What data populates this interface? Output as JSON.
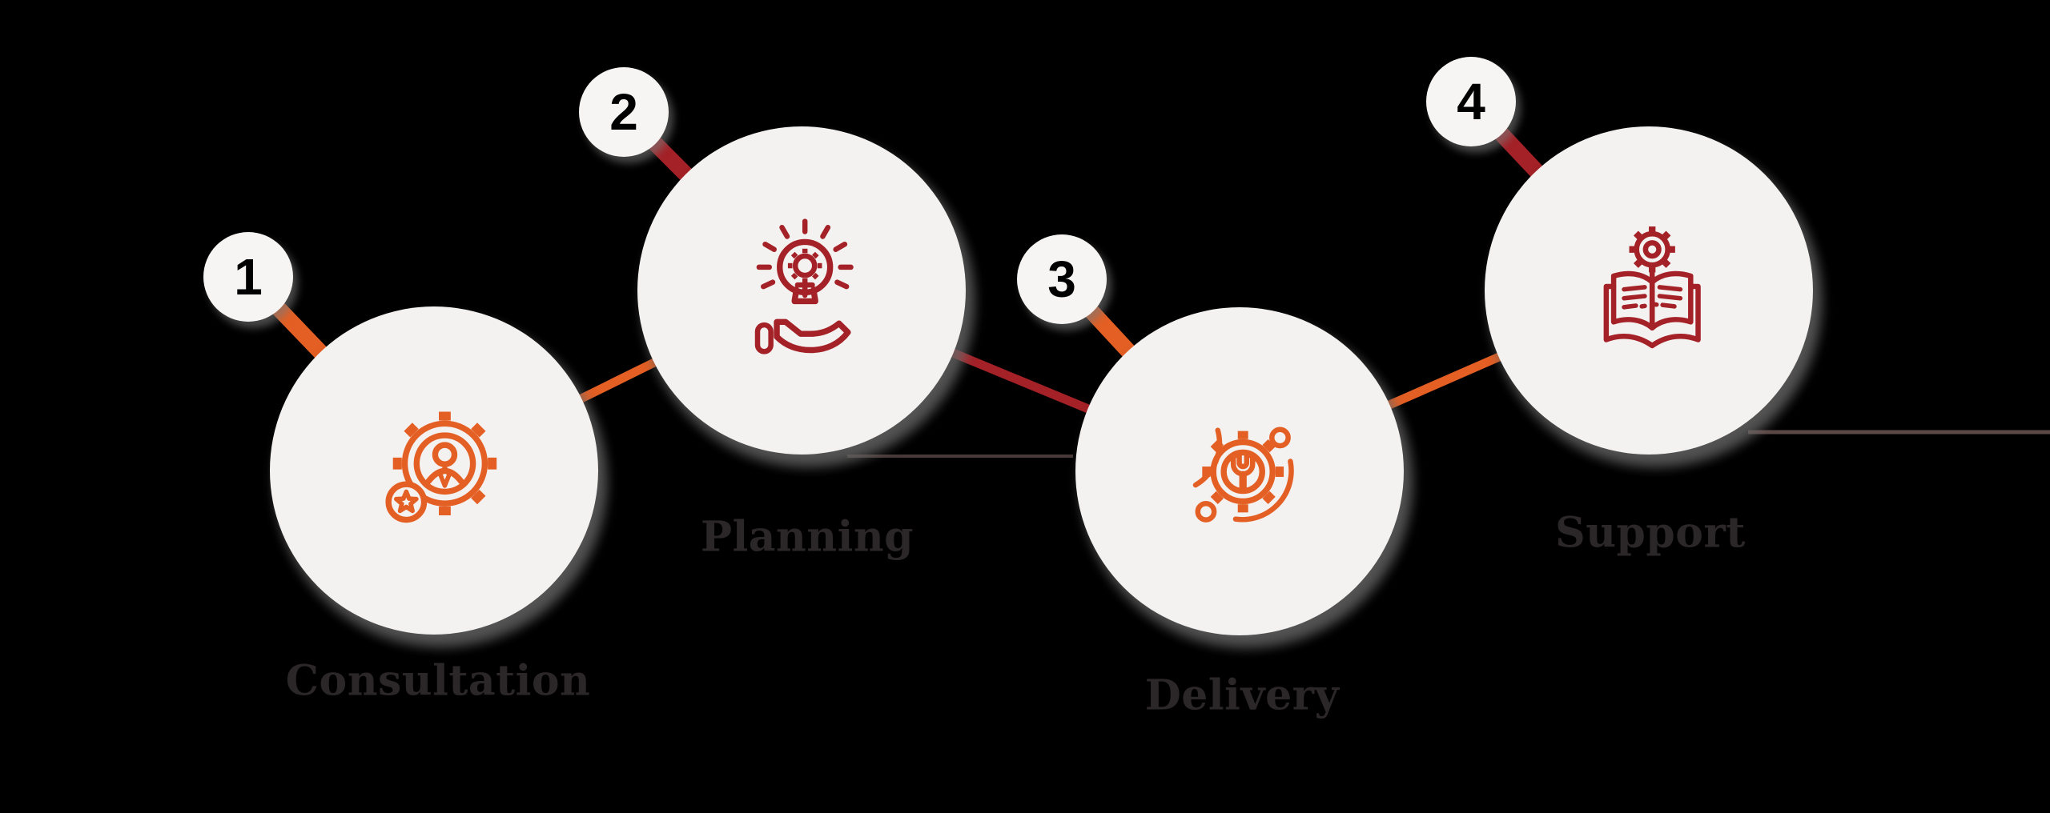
{
  "background_color": "#000000",
  "palette": {
    "orange": "#E45F24",
    "dark_red": "#A32127",
    "circle_fill": "#F3F2F0",
    "label_color": "#2B2627",
    "shadow_gray": "#7E7E7E",
    "thin_line_left_color": "#473A38",
    "thin_line_right_color": "#5C4846"
  },
  "steps": [
    {
      "number": "1",
      "label": "Consultation",
      "theme": "orange",
      "icon": "user-gear-star-icon"
    },
    {
      "number": "2",
      "label": "Planning",
      "theme": "dark_red",
      "icon": "lightbulb-gear-hand-icon"
    },
    {
      "number": "3",
      "label": "Delivery",
      "theme": "orange",
      "icon": "gear-wrench-orbit-icon"
    },
    {
      "number": "4",
      "label": "Support",
      "theme": "dark_red",
      "icon": "book-gear-icon"
    }
  ]
}
